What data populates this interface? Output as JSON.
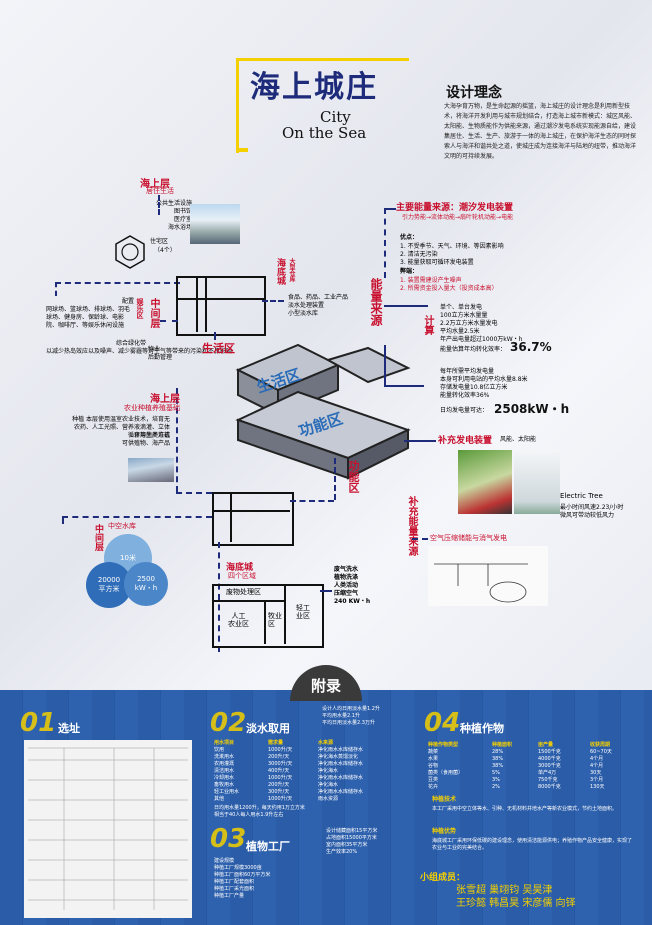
{
  "title": {
    "cn": "海上城庄",
    "en1": "City",
    "en2": "On the Sea"
  },
  "concept": {
    "heading": "设计理念",
    "text": "大海孕育万物，是生命起源的摇篮，海上城庄的设计理念是利用新型技术，将海洋开发利用与城市规划结合，打造海上城市新模式：城区风能、太阳能、生物质能作为供能来源，通过潮汐发电系统实现能源自给，建设集居住、生活、生产、旅游于一体的海上城庄，在保护海洋生态的同时探索人与海洋和谐共处之道，使城庄成为连接海洋与陆地的纽带，推动海洋文明的可持续发展。"
  },
  "upper": {
    "title": "海上层",
    "sub": "居住生活",
    "items": "公共生活设施\n图书馆\n医疗室\n海水浴场",
    "house": "住宅区",
    "house_sub": "（4个）"
  },
  "middle": {
    "title": "中间层",
    "sub": "娱乐区",
    "items": "网球场、篮球场、排球场、羽毛球场、健身房、保龄球、电影院、咖啡厅、等娱乐休闲设施",
    "config": "配置",
    "intro": "综合绿化带\n以减少热岛效应以及噪声、减少雾霾等对空气等带来的污染和不良影响",
    "service": "物业\n后勤管理"
  },
  "store": {
    "label": "大型仓库",
    "vlabel": "海底城",
    "goods": "食品、药品、工业产品\n淡水处理装置\n小型淡水库"
  },
  "zones": {
    "life": "生活区",
    "work": "功能区",
    "life_iso": "生活区",
    "work_iso": "功能区",
    "energy_src": "能量来源",
    "supp": "补充能量来源",
    "calc": "计算"
  },
  "tidal": {
    "title": "主要能量来源：潮汐发电装置",
    "flow": "引力势能→流体动能→扇叶轮机动能→电能",
    "pros_h": "优点：",
    "pros": "1. 不受季节、天气、环境、等因素影响\n2. 清洁无污染\n3. 能量获取可循环发电装置",
    "cons_h": "弊端：",
    "cons": "1. 装置需建设产生噪声\n2. 所需资金投入量大（投资成本高）",
    "calc1": "单个、单台发电\n100立方米水量量\n2.2万立方米水量发电\n平均水量2.5米\n年产出电量超过1000万kW・h",
    "rate_label": "能量估算年均转化效率：",
    "rate": "36.7%",
    "calc2": "每年所需平均发电量\n本身可利用电站的平均水量8.8米\n存储发电量10.8亿立方米\n能量转化效率36%",
    "annual_label": "日均发电量可达：",
    "annual": "2508kW・h"
  },
  "supplement": {
    "title": "补充发电装置",
    "sub": "风能、太阳能",
    "tree": "Electric Tree",
    "tree_desc": "最小时间风速2.23/小时\n微风可带动较低风力",
    "air_title": "空气压缩储能与消气发电"
  },
  "lower": {
    "title": "海上层",
    "sub": "农业种植养殖基础",
    "items": "种植 本层使用温室农业技术，培育无农药、人工光照、营养液滴灌、立体循环等生产方式",
    "desc2": "食用菌类培植\n可供殖物、海产品"
  },
  "reservoir": {
    "title": "中空水库",
    "c1": "10米",
    "c2": "20000\n平方米",
    "c3": "2500\nkW・h"
  },
  "seabed": {
    "title": "海底城",
    "sub": "四个区域",
    "waste": "废物处理区",
    "agri": "人工\n农业区",
    "pasture": "牧业\n区",
    "industry": "轻工\n业区",
    "air_note": "废气洗水\n植物洗涤\n人类活动\n压缩空气\n240 KW・h"
  },
  "appendix": {
    "badge": "附录"
  },
  "sec1": {
    "num": "01",
    "title": "选址"
  },
  "sec2": {
    "num": "02",
    "title": "淡水取用",
    "head": "设计人均日用淡水量1.2升\n平均用水量2.1升\n平均日用淡水量2.3万升",
    "cols": [
      "用水项目",
      "需求量",
      "水来源"
    ],
    "rows": [
      [
        "饮用",
        "1000升/天",
        "净化雨水水库储存水"
      ],
      [
        "洗漱用水",
        "200升/天",
        "净化海水蒸馏淡化"
      ],
      [
        "农用灌溉",
        "3000升/天",
        "净化雨水水库储存水"
      ],
      [
        "清洁用水",
        "400升/天",
        "净化海水"
      ],
      [
        "冷却用水",
        "1000升/天",
        "净化雨水水库储存水"
      ],
      [
        "畜牧用水",
        "200升/天",
        "净化海水"
      ],
      [
        "轻工业用水",
        "300升/天",
        "净化雨水水库储存水"
      ],
      [
        "其他",
        "1000升/天",
        "雨水资源"
      ]
    ],
    "note": "日均用水量1200升，每天约用1万立方米\n相当于40人每人用水1.9升左右"
  },
  "sec3": {
    "num": "03",
    "title": "植物工厂",
    "head": "设计储藏面积15平方米\n占地面积15000平方米\n室内面积35平方米\n生产效率20%",
    "items": "建设规模\n种植工厂规模3000亩\n种植工厂面积60万平方米\n种植工厂配套面积\n种植工厂采光面积\n种植工厂产量"
  },
  "sec4": {
    "num": "04",
    "title": "种植作物",
    "cols": [
      "种植作物类型",
      "种植面积",
      "亩产量",
      "收获周期"
    ],
    "rows": [
      [
        "蔬菜",
        "28%",
        "1500千克",
        "60~70天"
      ],
      [
        "水果",
        "38%",
        "4000千克",
        "4个月"
      ],
      [
        "谷物",
        "38%",
        "3000千克",
        "4个月"
      ],
      [
        "菌类（食用菌）",
        "5%",
        "单产4万",
        "30天"
      ],
      [
        "豆类",
        "3%",
        "750千克",
        "3个月"
      ],
      [
        "花卉",
        "2%",
        "8000千克",
        "130天"
      ]
    ],
    "tech_h": "种植技术",
    "tech": "本工厂采用中空立体等水、引种、无机材料并培水产等新农业模式，节约土地面积。",
    "adv_h": "种植优势",
    "adv": "海底城工厂采用环保低碳的建设理念，使用清洁能源供电；养殖作物产品安全健康，实现了农业与工业的完美结合。"
  },
  "team": {
    "label": "小组成员：",
    "names": "张雪超 巢翊钧 吴昊津\n王珍懿 韩昌昊 宋彦儒 向铎"
  }
}
